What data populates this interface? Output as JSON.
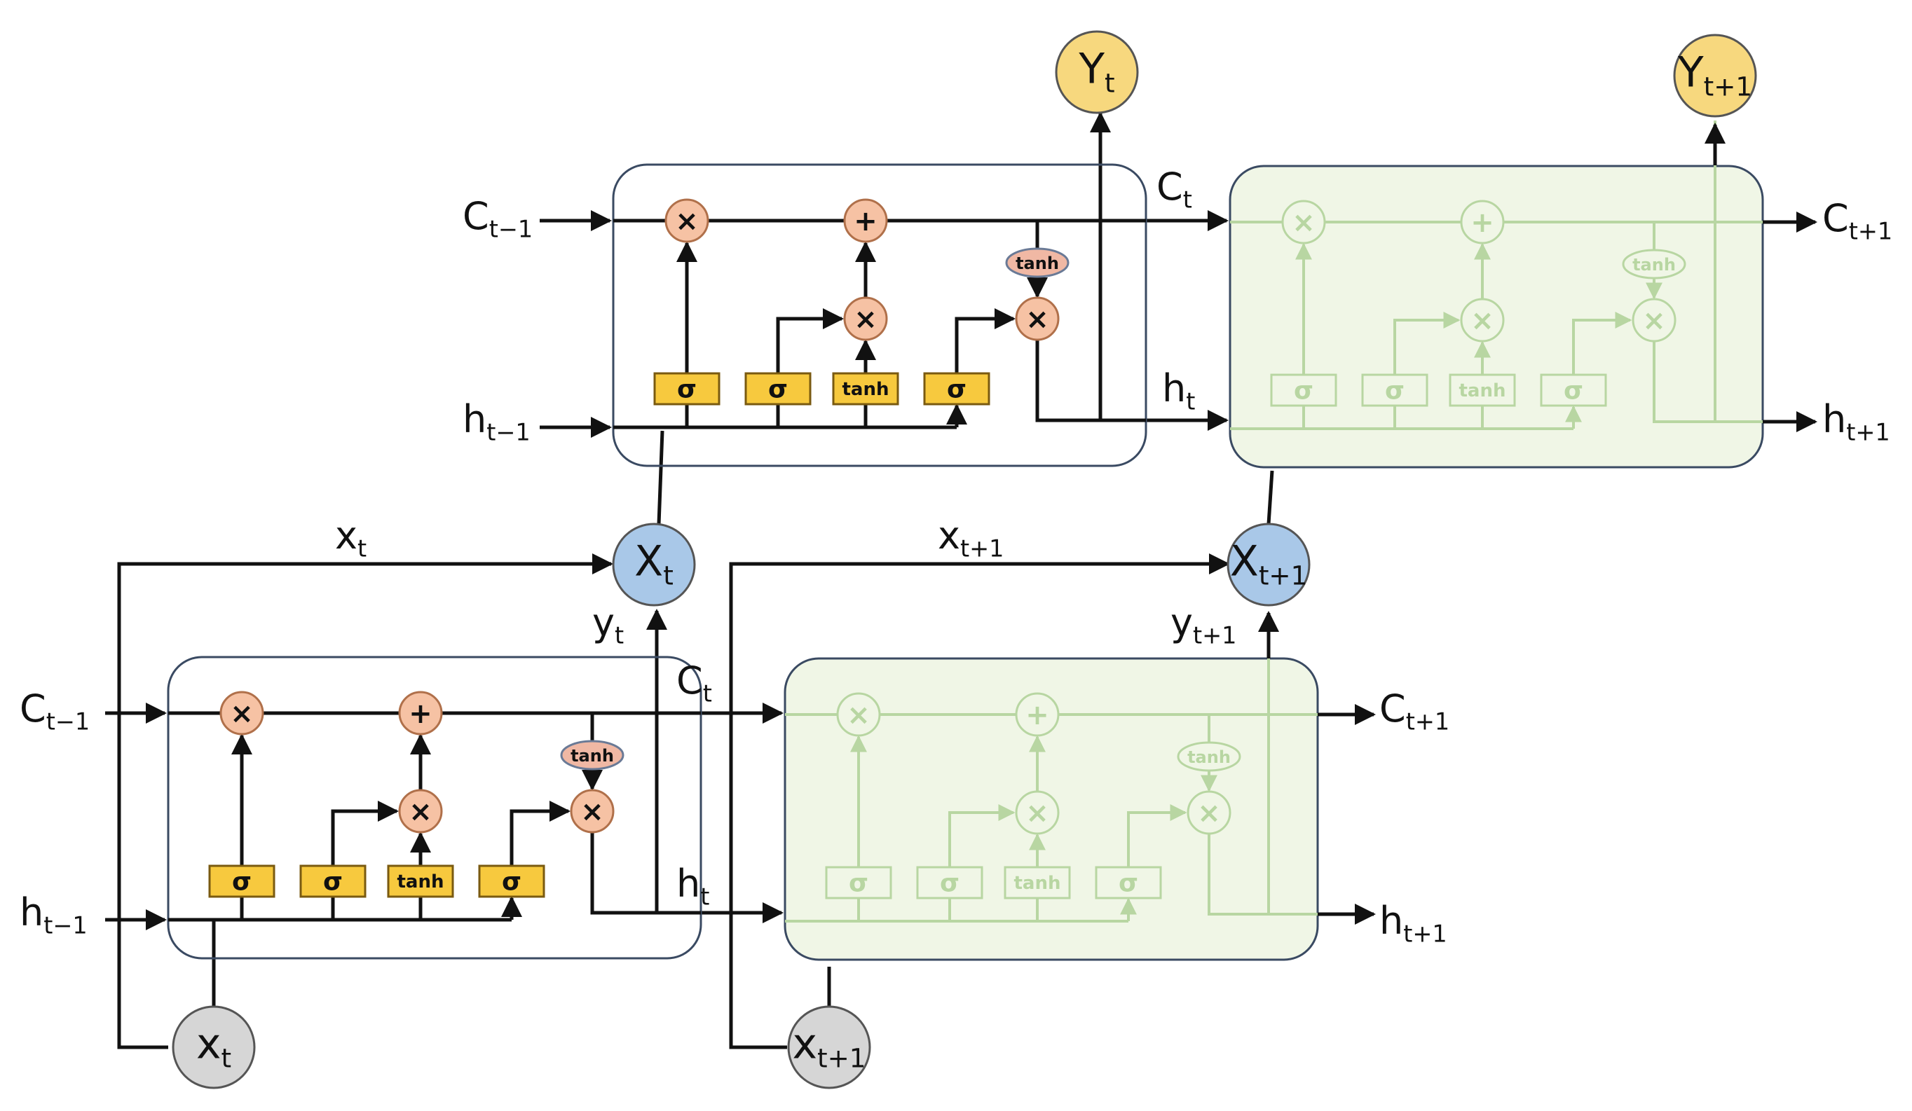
{
  "colors": {
    "cell_border": "#3a4a62",
    "line": "#111111",
    "op_fill": "#f6c2a4",
    "op_stroke": "#b0704a",
    "gate_fill": "#f7c93e",
    "gate_stroke": "#7a5a10",
    "tanh_fill": "#f0b8a4",
    "x_node_fill": "#a9c8e8",
    "y_node_fill": "#f7d87e",
    "input_node_fill": "#d6d6d6",
    "ghost_fill": "#f0f6e6",
    "ghost_stroke": "#b8d6a2"
  },
  "symbols": {
    "multiply": "×",
    "add": "+",
    "sigma": "σ",
    "tanh": "tanh"
  },
  "labels": {
    "top": {
      "c_in": {
        "base": "C",
        "sub": "t−1"
      },
      "h_in": {
        "base": "h",
        "sub": "t−1"
      },
      "c_mid": {
        "base": "C",
        "sub": "t"
      },
      "h_mid": {
        "base": "h",
        "sub": "t"
      },
      "c_out": {
        "base": "C",
        "sub": "t+1"
      },
      "h_out": {
        "base": "h",
        "sub": "t+1"
      }
    },
    "bottom": {
      "c_in": {
        "base": "C",
        "sub": "t−1"
      },
      "h_in": {
        "base": "h",
        "sub": "t−1"
      },
      "c_mid": {
        "base": "C",
        "sub": "t"
      },
      "h_mid": {
        "base": "h",
        "sub": "t"
      },
      "c_out": {
        "base": "C",
        "sub": "t+1"
      },
      "h_out": {
        "base": "h",
        "sub": "t+1"
      }
    },
    "skip_1": {
      "base": "x",
      "sub": "t"
    },
    "skip_2": {
      "base": "x",
      "sub": "t+1"
    },
    "out_1": {
      "base": "y",
      "sub": "t"
    },
    "out_2": {
      "base": "y",
      "sub": "t+1"
    }
  },
  "nodes": {
    "X_1": {
      "base": "X",
      "sub": "t"
    },
    "X_2": {
      "base": "X",
      "sub": "t+1"
    },
    "Y_1": {
      "base": "Y",
      "sub": "t"
    },
    "Y_2": {
      "base": "Y",
      "sub": "t+1"
    },
    "x_1": {
      "base": "x",
      "sub": "t"
    },
    "x_2": {
      "base": "x",
      "sub": "t+1"
    }
  }
}
